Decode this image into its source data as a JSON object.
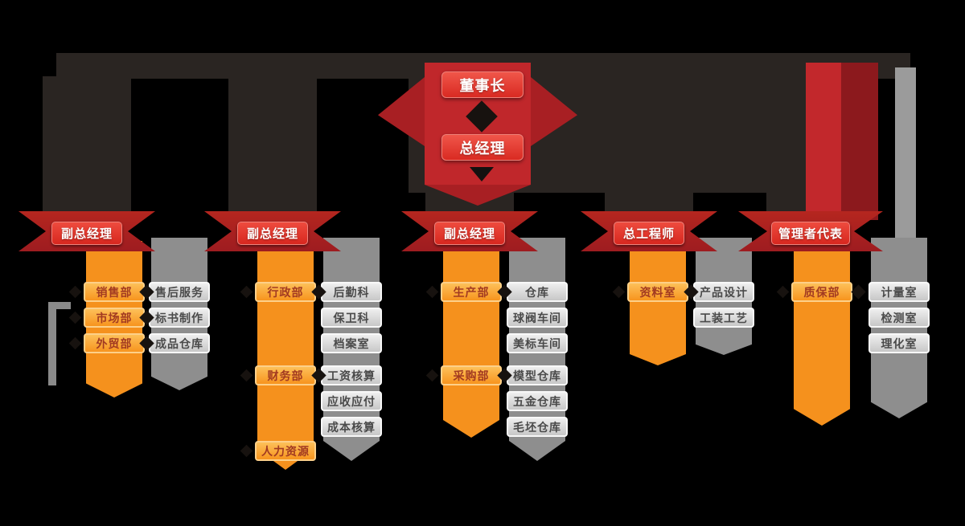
{
  "root": {
    "top": "董事长",
    "bottom": "总经理"
  },
  "branches": [
    {
      "head": "副总经理",
      "departments": [
        "销售部",
        "市场部",
        "外贸部"
      ],
      "offices": [
        "售后服务",
        "标书制作",
        "成品仓库"
      ]
    },
    {
      "head": "副总经理",
      "departments": [
        "行政部",
        "财务部",
        "人力资源"
      ],
      "offices": [
        "后勤科",
        "保卫科",
        "档案室",
        "工资核算",
        "应收应付",
        "成本核算"
      ]
    },
    {
      "head": "副总经理",
      "departments": [
        "生产部",
        "采购部"
      ],
      "offices": [
        "仓库",
        "球阀车间",
        "美标车间",
        "模型仓库",
        "五金仓库",
        "毛坯仓库"
      ]
    },
    {
      "head": "总工程师",
      "departments": [
        "资料室"
      ],
      "offices": [
        "产品设计",
        "工装工艺"
      ]
    },
    {
      "head": "管理者代表",
      "departments": [
        "质保部"
      ],
      "offices": [
        "计量室",
        "检测室",
        "理化室"
      ]
    }
  ],
  "colors": {
    "background": "#000000",
    "red_box": "#d7271f",
    "dark_red_ribbon": "#9e1c20",
    "orange_ribbon": "#f5911d",
    "orange_box_light": "#fdc059",
    "department_text": "#a23a21",
    "gray_ribbon": "#8e8e8e",
    "gray_box_light": "#efefef",
    "office_text": "#4a4a4a",
    "connector_dark": "#2a2522"
  },
  "shapes": {
    "connector": "diamond"
  }
}
